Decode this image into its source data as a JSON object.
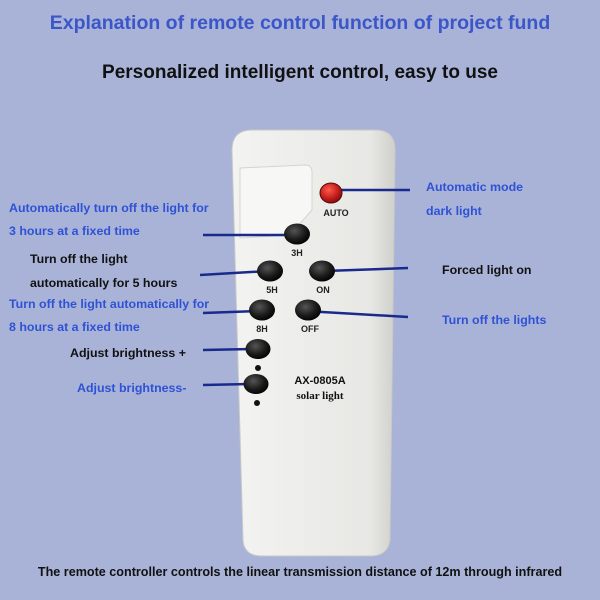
{
  "header": {
    "title": "Explanation of remote control function of project fund",
    "subtitle": "Personalized intelligent control, easy to use"
  },
  "remote": {
    "buttons": {
      "auto": "AUTO",
      "h3": "3H",
      "h5": "5H",
      "on": "ON",
      "h8": "8H",
      "off": "OFF"
    },
    "model": "AX-0805A",
    "model_sub": "solar light"
  },
  "annotations": {
    "auto_line1": "Automatic mode",
    "auto_line2": "dark light",
    "h3_line1": "Automatically turn off  the light for",
    "h3_line2": "3 hours at a fixed time",
    "h5_line1": "Turn off the light",
    "h5_line2": "automatically for 5 hours",
    "on": "Forced light on",
    "h8_line1": "Turn off the light automatically for",
    "h8_line2": "8 hours at a fixed time",
    "off": "Turn off the lights",
    "bright_up": "Adjust brightness +",
    "bright_down": "Adjust brightness-"
  },
  "footer": {
    "text": "The remote controller controls the linear transmission distance of 12m through infrared"
  },
  "colors": {
    "background": "#a9b3d8",
    "title_blue": "#3b56c8",
    "label_blue": "#2f52d4",
    "line_navy": "#1a2a8c",
    "remote_body": "#e9e9e6",
    "auto_button": "#c41e1e"
  }
}
